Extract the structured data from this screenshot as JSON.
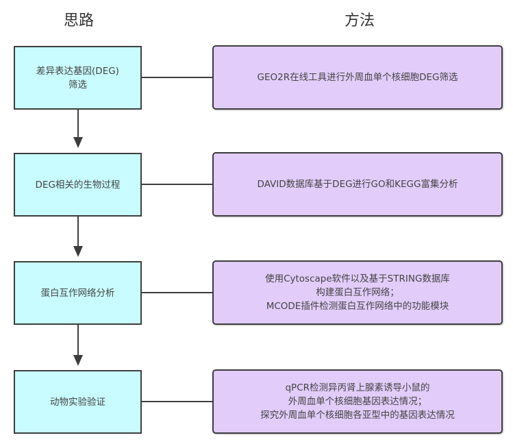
{
  "headers": {
    "approach": "思路",
    "method": "方法"
  },
  "steps": [
    {
      "label": "差异表达基因(DEG)\n筛选"
    },
    {
      "label": "DEG相关的生物过程"
    },
    {
      "label": "蛋白互作网络分析"
    },
    {
      "label": "动物实验验证"
    }
  ],
  "methods": [
    {
      "label": "GEO2R在线工具进行外周血单个核细胞DEG筛选"
    },
    {
      "label": "DAVID数据库基于DEG进行GO和KEGG富集分析"
    },
    {
      "label": "使用Cytoscape软件以及基于STRING数据库\n构建蛋白互作网络；\nMCODE插件检测蛋白互作网络中的功能模块"
    },
    {
      "label": "qPCR检测异丙肾上腺素诱导小鼠的\n外周血单个核细胞基因表达情况；\n探究外周血单个核细胞各亚型中的基因表达情况"
    }
  ],
  "colors": {
    "step_fill": "#c8fcff",
    "method_fill": "#e2ccfa",
    "stroke": "#3d3d3d"
  }
}
